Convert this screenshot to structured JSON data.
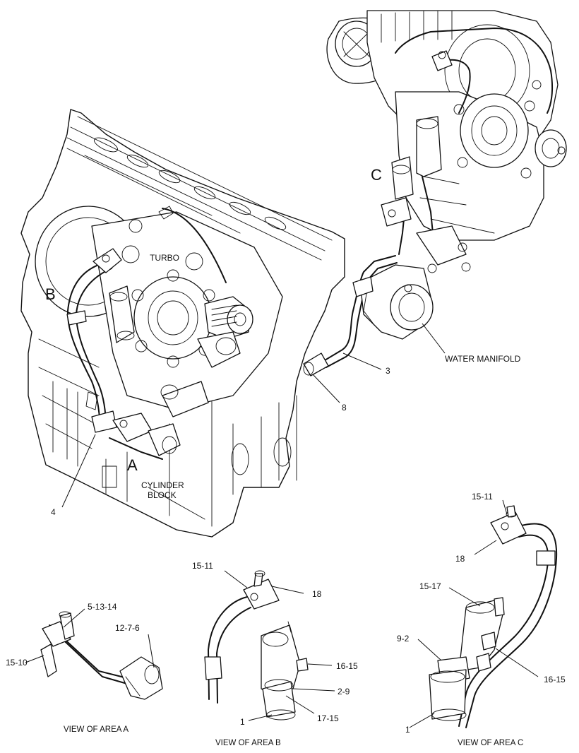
{
  "labels": {
    "turbo": "TURBO",
    "water_manifold": "WATER MANIFOLD",
    "cylinder_block_1": "CYLINDER",
    "cylinder_block_2": "BLOCK"
  },
  "area_letters": {
    "a": "A",
    "b": "B",
    "c": "C"
  },
  "callouts": {
    "c3": "3",
    "c4": "4",
    "c8": "8",
    "a_5_13_14": "5-13-14",
    "a_12_7_6": "12-7-6",
    "a_15_10": "15-10",
    "b_15_11": "15-11",
    "b_18": "18",
    "b_16_15": "16-15",
    "b_2_9": "2-9",
    "b_17_15": "17-15",
    "b_1": "1",
    "c_15_11": "15-11",
    "c_18": "18",
    "c_15_17": "15-17",
    "c_9_2": "9-2",
    "c_16_15": "16-15",
    "c_1": "1"
  },
  "captions": {
    "view_a": "VIEW OF AREA  A",
    "view_b": "VIEW OF AREA  B",
    "view_c": "VIEW OF AREA  C"
  }
}
